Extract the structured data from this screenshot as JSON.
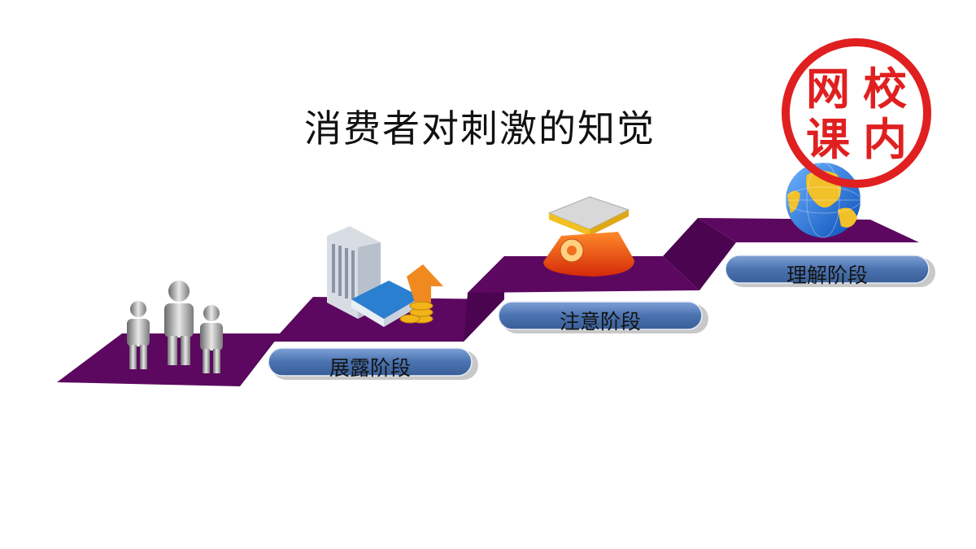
{
  "title": "消费者对刺激的知觉",
  "stages": [
    {
      "label": "展露阶段",
      "icon": "office-building-with-money-icon"
    },
    {
      "label": "注意阶段",
      "icon": "weighing-scale-icon"
    },
    {
      "label": "理解阶段",
      "icon": "globe-icon"
    }
  ],
  "start_icon": "people-group-icon",
  "watermark": {
    "chars": [
      "网",
      "校",
      "课",
      "内"
    ],
    "color": "#e02020"
  },
  "colors": {
    "staircase": "#5c0860",
    "pill": "#4a73b0"
  }
}
